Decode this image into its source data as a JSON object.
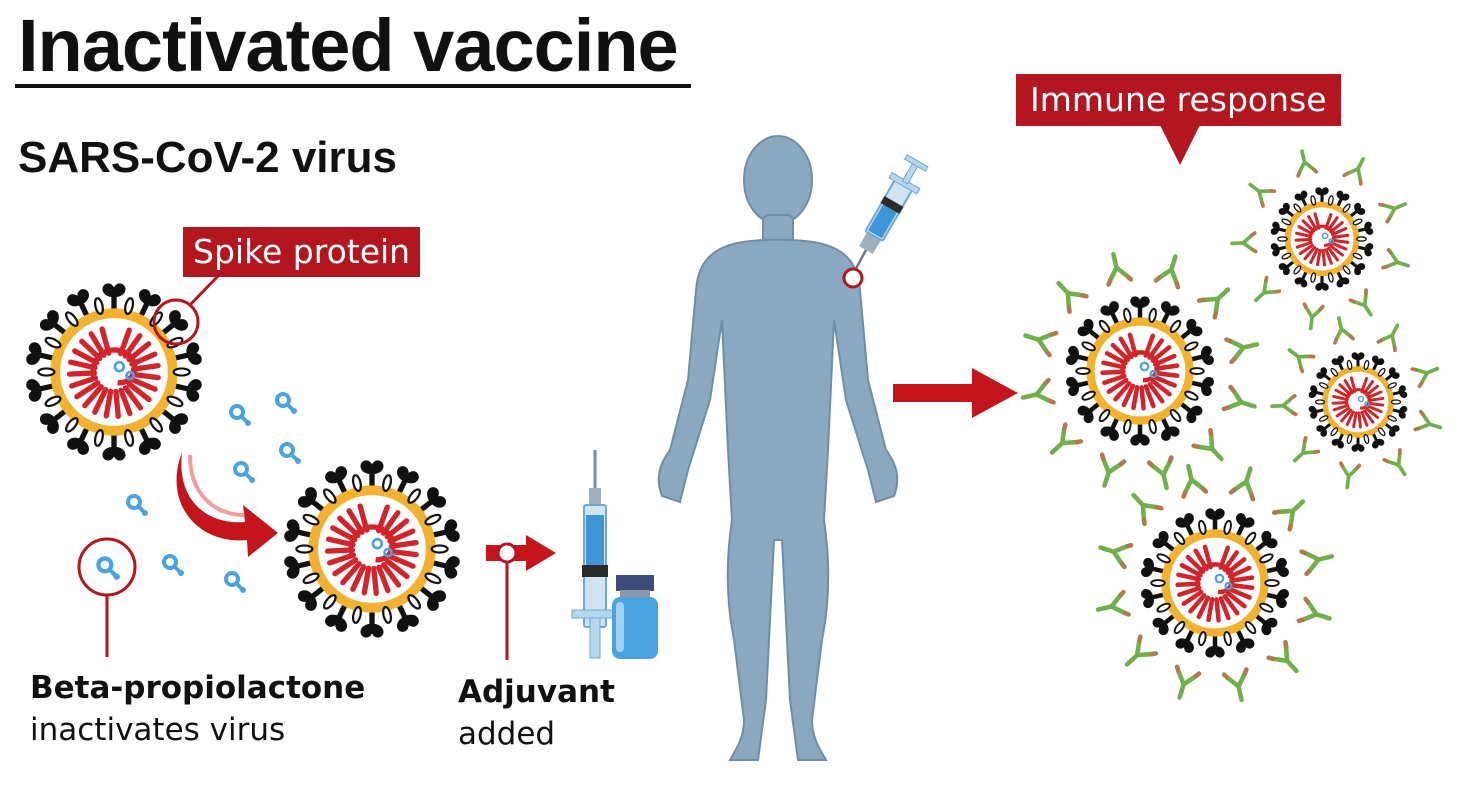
{
  "title": "Inactivated vaccine",
  "subtitle": "SARS-CoV-2 virus",
  "callouts": {
    "spike_protein": "Spike protein",
    "immune_response": "Immune response"
  },
  "labels": {
    "beta_bold": "Beta-propiolactone",
    "beta_rest": "inactivates virus",
    "adjuvant_bold": "Adjuvant",
    "adjuvant_rest": "added"
  },
  "icons": [
    "virus-icon",
    "beta-propiolactone-molecule-icon",
    "syringe-icon",
    "vial-icon",
    "human-body-icon",
    "antibody-icon",
    "arrow-icon"
  ],
  "colors": {
    "accent_red": "#b3161e",
    "envelope_yellow": "#f2b230",
    "spike_black": "#111111",
    "rna_red": "#d1252b",
    "molecule_blue": "#4aa3df",
    "body_blue": "#8aa8bf",
    "antibody_green": "#6fb04a",
    "antibody_tip_brown": "#b27a4a"
  }
}
